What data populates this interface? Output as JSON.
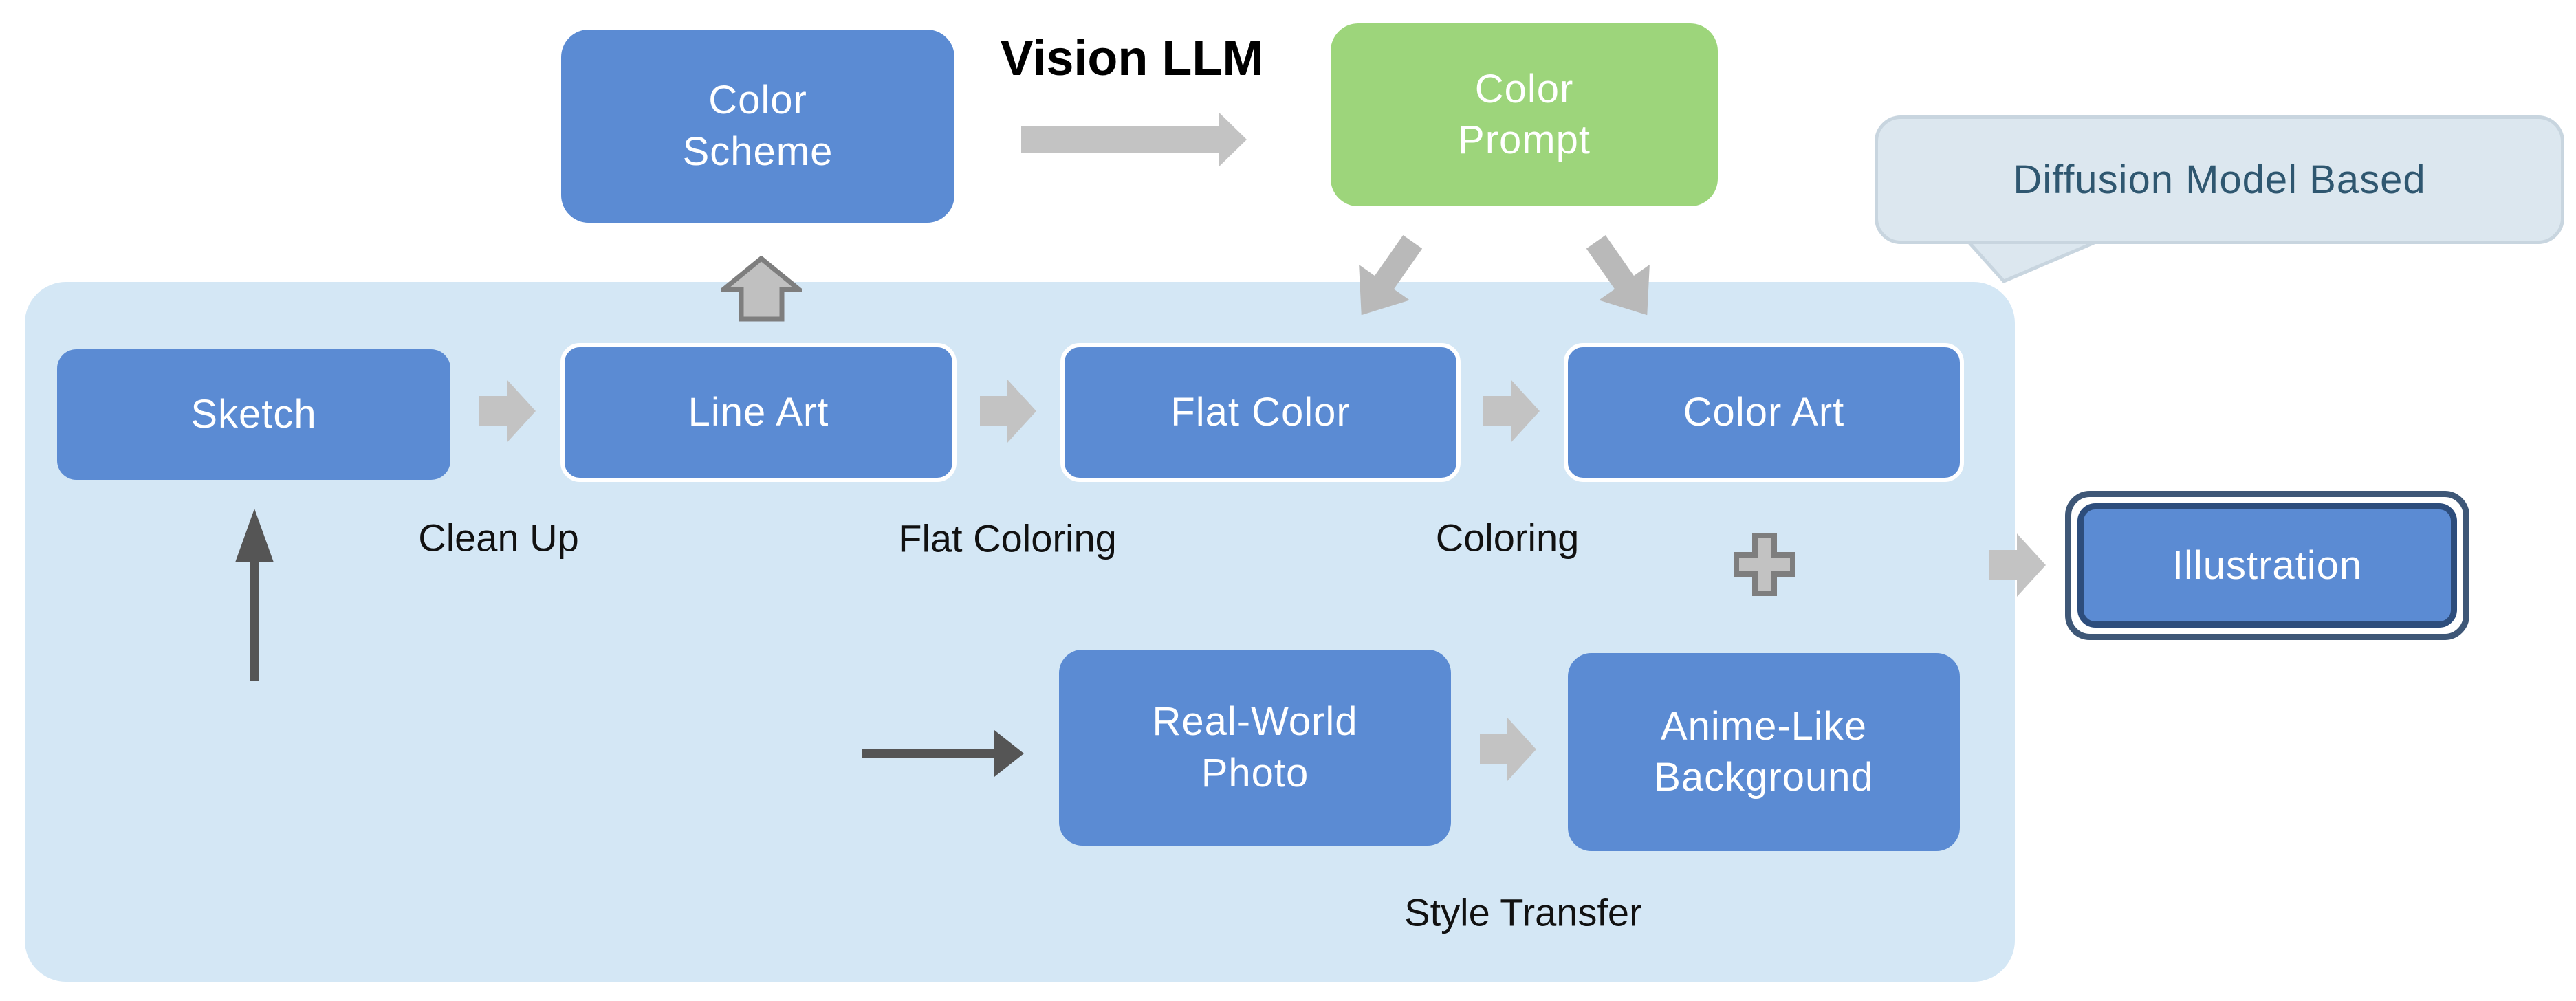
{
  "nodes": {
    "color_scheme": {
      "label": "Color\nScheme"
    },
    "color_prompt": {
      "label": "Color\nPrompt"
    },
    "sketch": {
      "label": "Sketch"
    },
    "line_art": {
      "label": "Line Art"
    },
    "flat_color": {
      "label": "Flat Color"
    },
    "color_art": {
      "label": "Color Art"
    },
    "illustration": {
      "label": "Illustration"
    },
    "real_world_photo": {
      "label": "Real-World\nPhoto"
    },
    "anime_like_background": {
      "label": "Anime-Like\nBackground"
    }
  },
  "labels": {
    "vision_llm": "Vision LLM",
    "clean_up": "Clean Up",
    "flat_coloring": "Flat Coloring",
    "coloring": "Coloring",
    "style_transfer": "Style Transfer",
    "callout": "Diffusion Model Based"
  },
  "palette": {
    "node_blue": "#5B8BD3",
    "node_green": "#9DD57B",
    "container_light_blue": "#D4E7F5",
    "light_gray_arrow": "#C3C3C3",
    "hollow_arrow_fill": "#C0C0C0",
    "hollow_arrow_stroke": "#7E7E7E",
    "dark_arrow": "#555555",
    "callout_fill": "#DCE7EF",
    "callout_border": "#C8D5DF",
    "callout_text": "#2F5770",
    "illustration_outer_border": "#3E5777",
    "illustration_inner_border": "#2D4D7C",
    "label_text": "#111111"
  }
}
